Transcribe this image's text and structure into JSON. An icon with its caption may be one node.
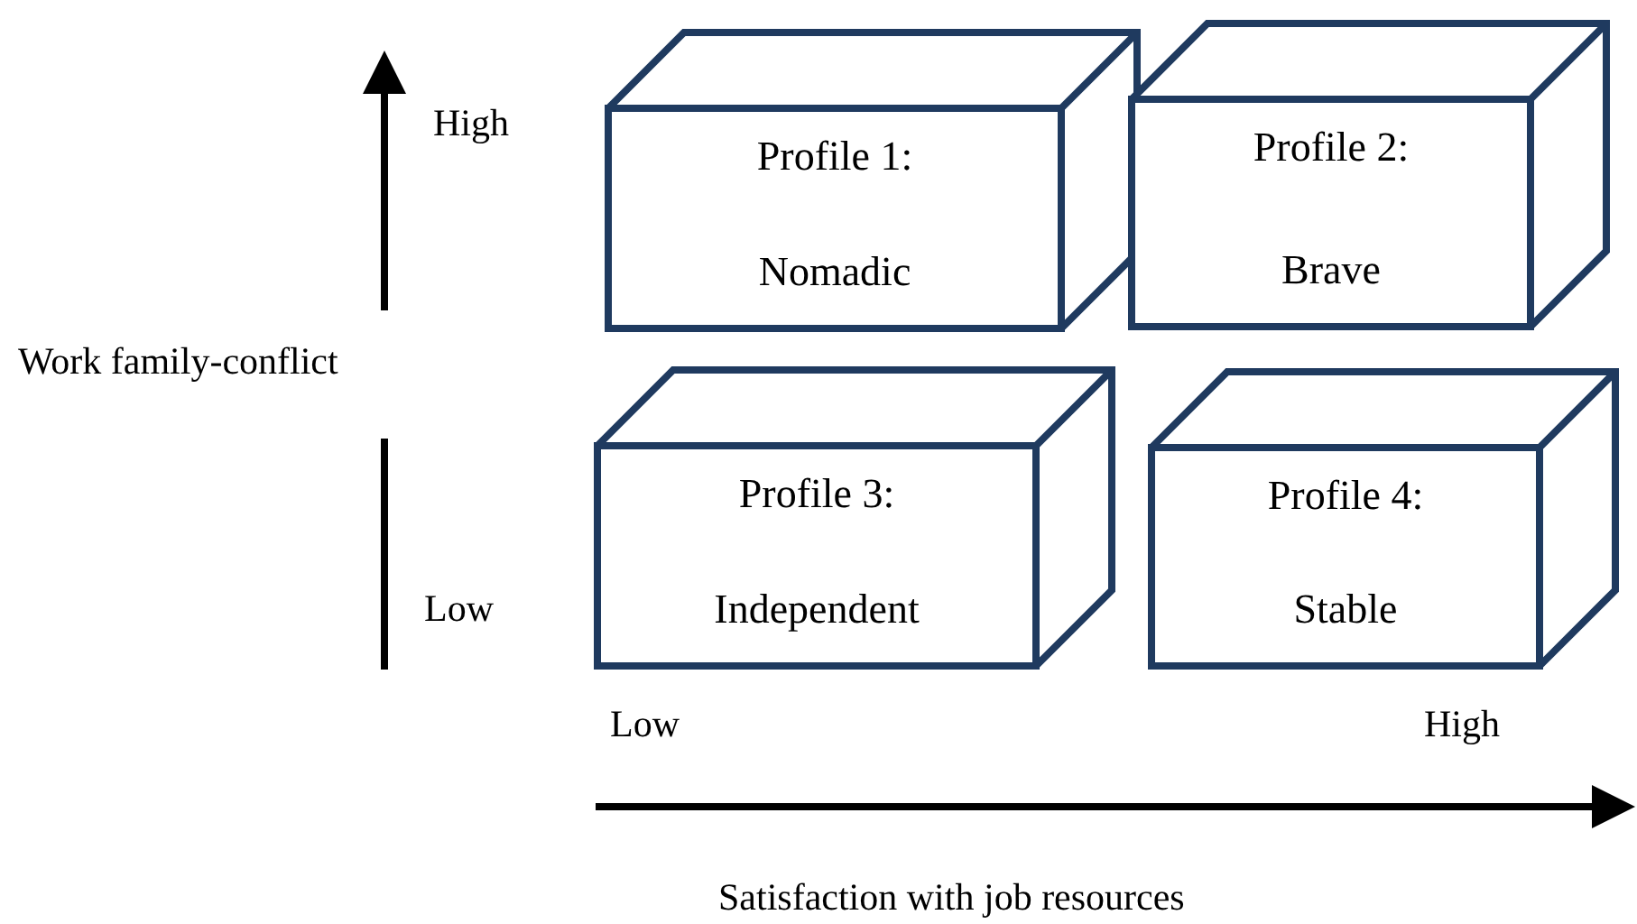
{
  "diagram": {
    "nodes": [
      {
        "text": [
          "Profile 1:",
          "Nomadic"
        ]
      },
      {
        "text": [
          "Profile 2:",
          "Brave"
        ]
      },
      {
        "text": [
          "Profile 3:",
          "Independent"
        ]
      },
      {
        "text": [
          "Profile 4:",
          "Stable"
        ]
      }
    ],
    "edges": [],
    "labels": [
      "High",
      "Work family-conflict",
      "Low",
      "Low",
      "High",
      "Satisfaction with job resources"
    ]
  }
}
